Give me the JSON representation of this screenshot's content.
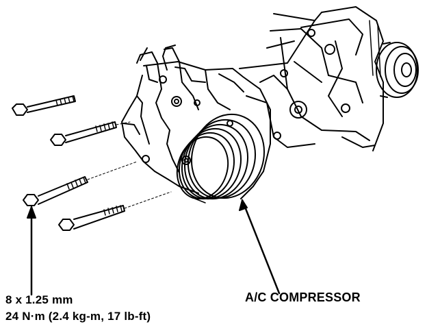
{
  "labels": {
    "bolt_size": "8 x 1.25 mm",
    "bolt_torque": "24 N·m (2.4 kg-m, 17 lb-ft)",
    "component": "A/C COMPRESSOR"
  },
  "colors": {
    "ink": "#000000",
    "paper": "#ffffff"
  }
}
